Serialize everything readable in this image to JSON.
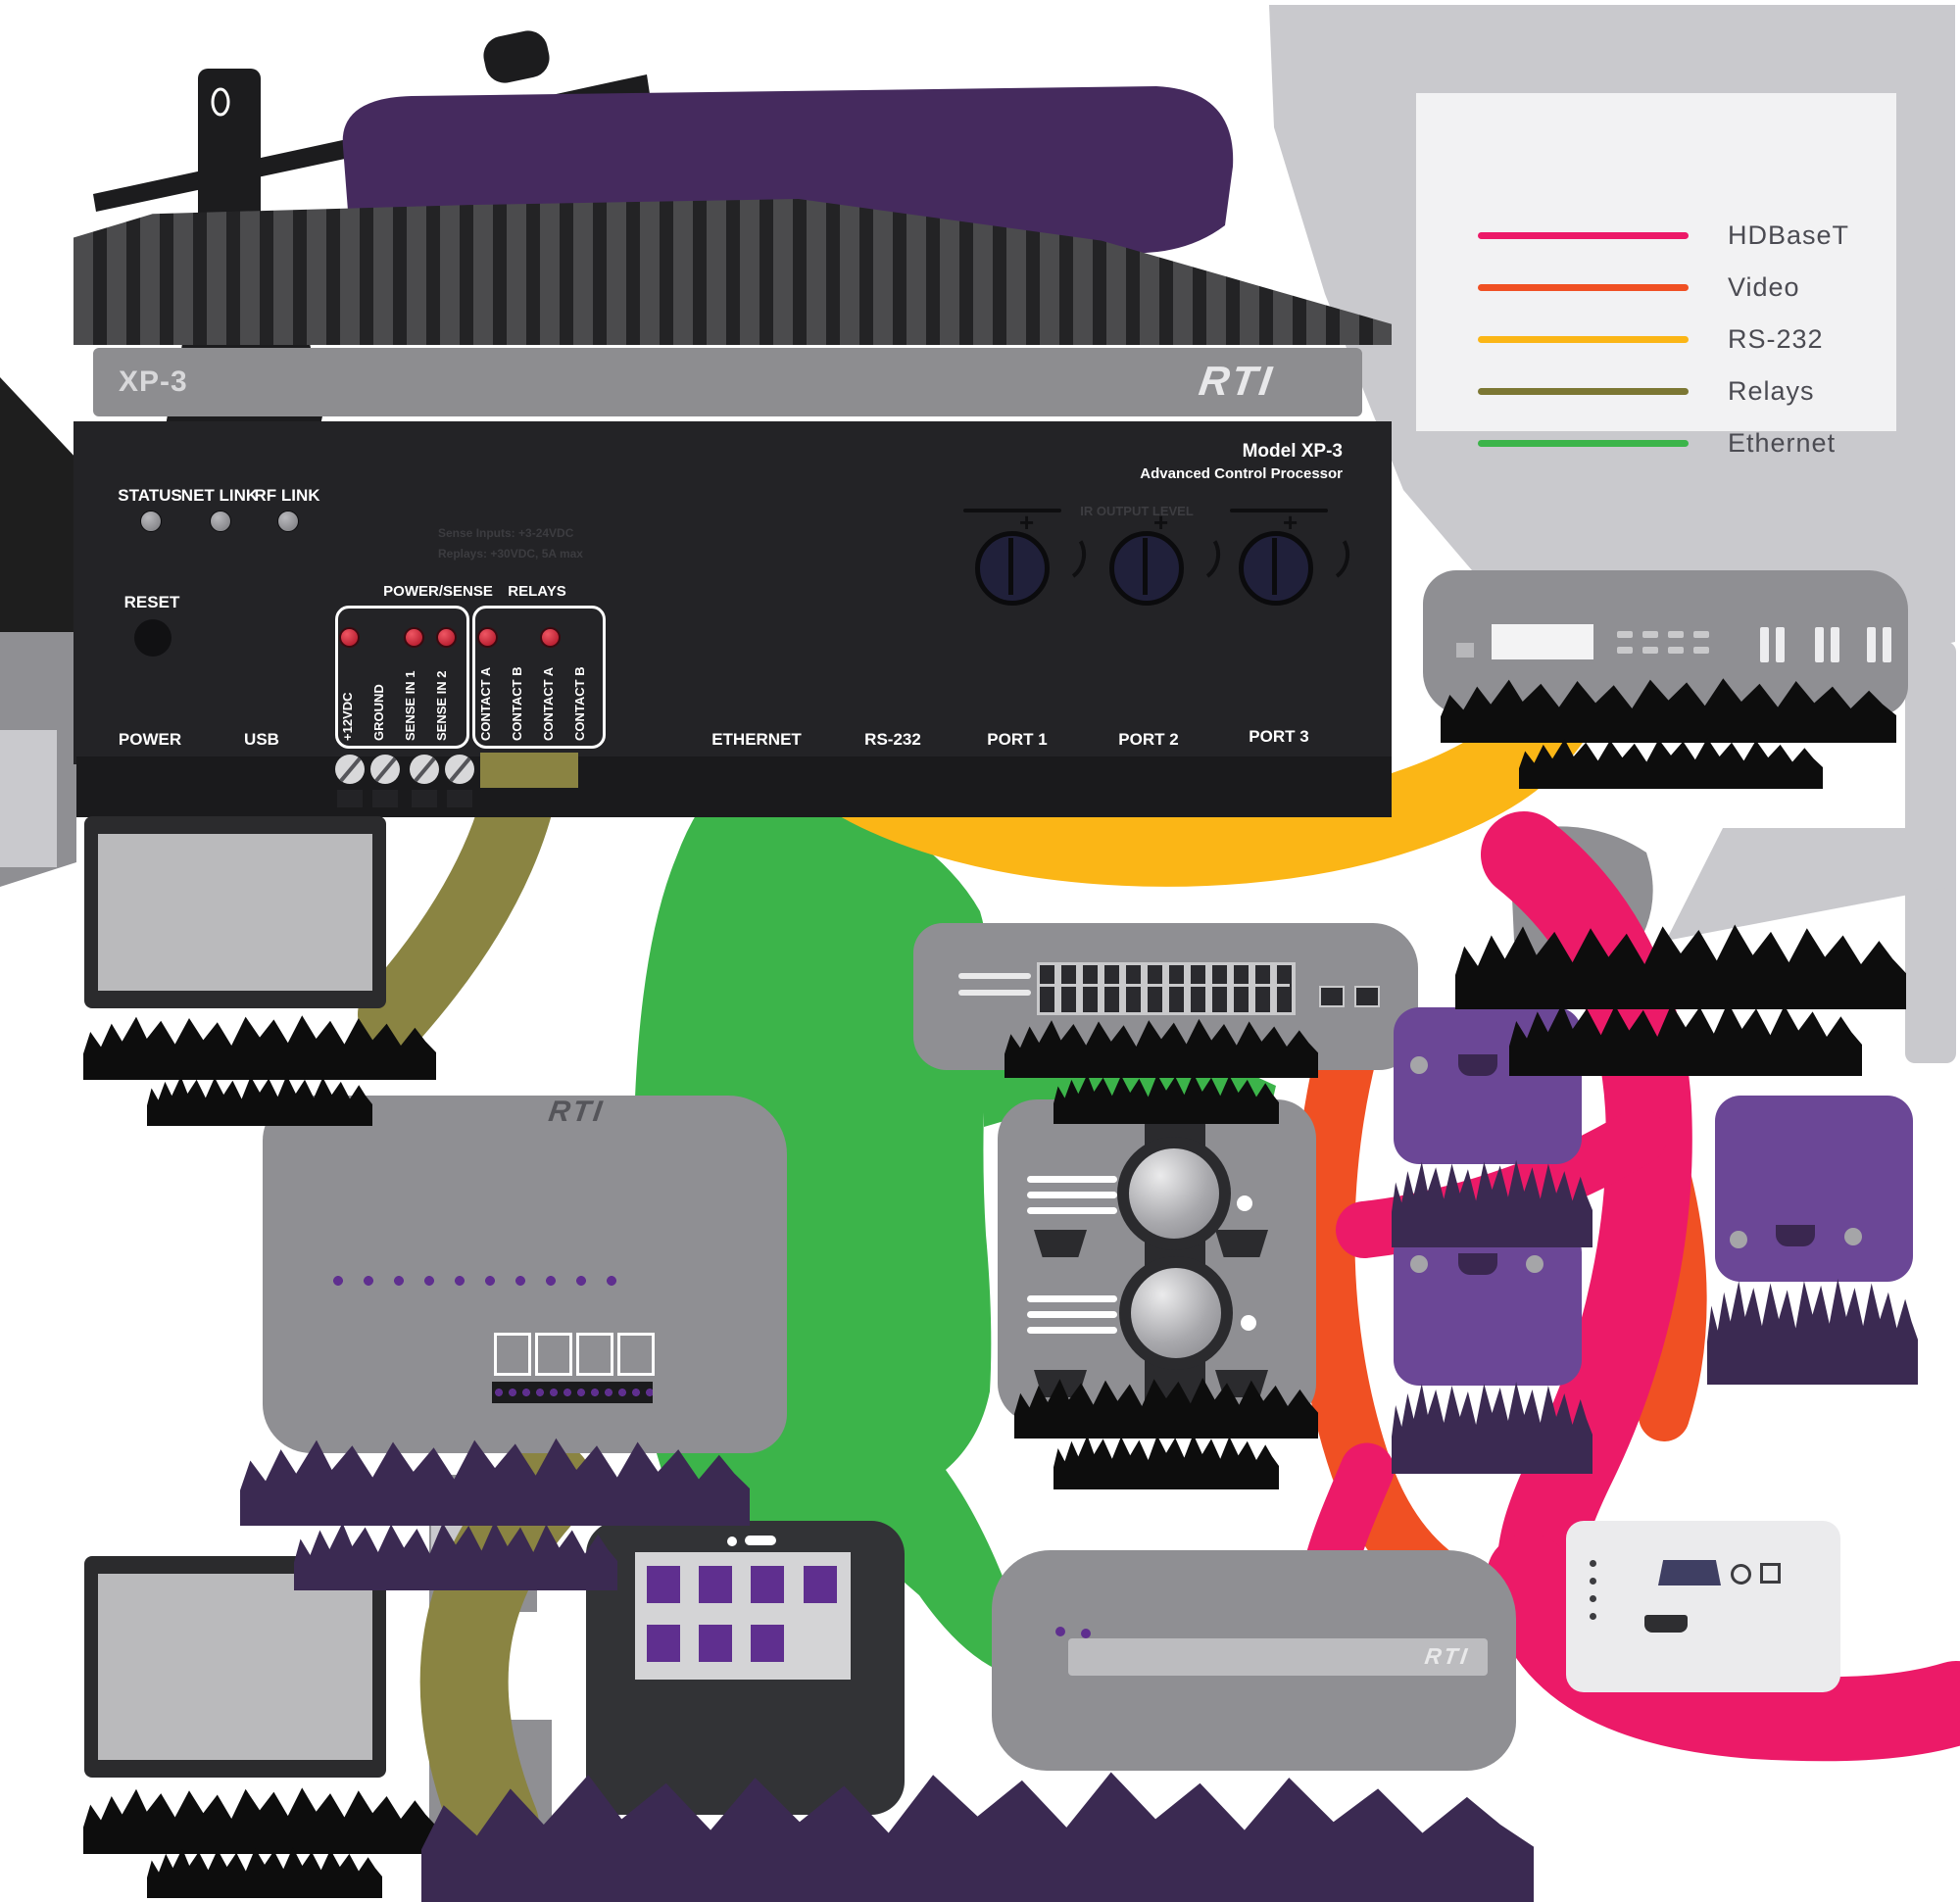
{
  "colors": {
    "hdbaset": "#EC1A68",
    "video": "#F05023",
    "rs232": "#FBB616",
    "relays": "#7C7733",
    "ethernet": "#3CB44A",
    "device_purple": "#6B4796",
    "label_purple": "#3B2A52",
    "title_purple": "#452A5E"
  },
  "legend": {
    "items": [
      {
        "label": "HDBaseT",
        "color": "#EC1A68"
      },
      {
        "label": "Video",
        "color": "#F05023"
      },
      {
        "label": "RS-232",
        "color": "#FBB616"
      },
      {
        "label": "Relays",
        "color": "#7C7733"
      },
      {
        "label": "Ethernet",
        "color": "#3CB44A"
      }
    ]
  },
  "processor": {
    "badge": "XP-3",
    "brand_logo": "RTI",
    "status_leds": [
      "STATUS",
      "NET LINK",
      "RF LINK"
    ],
    "reset_label": "RESET",
    "spec_notes": [
      "Sense Inputs: +3-24VDC",
      "Replays: +30VDC, 5A max"
    ],
    "model_lines": [
      "Model XP-3",
      "Advanced Control Processor"
    ],
    "ir_output_label": "IR OUTPUT LEVEL",
    "groups": [
      {
        "title": "POWER/SENSE",
        "terminals": [
          "+12VDC",
          "GROUND",
          "SENSE IN 1",
          "SENSE IN 2"
        ]
      },
      {
        "title": "RELAYS",
        "terminals": [
          "CONTACT A",
          "CONTACT B",
          "CONTACT A",
          "CONTACT B"
        ]
      }
    ],
    "port_labels": [
      "POWER",
      "USB",
      "ETHERNET",
      "RS-232",
      "PORT 1",
      "PORT 2",
      "PORT 3"
    ]
  },
  "devices": {
    "touch_panel_logo": "RTI",
    "soundbar_logo": "RTI"
  }
}
